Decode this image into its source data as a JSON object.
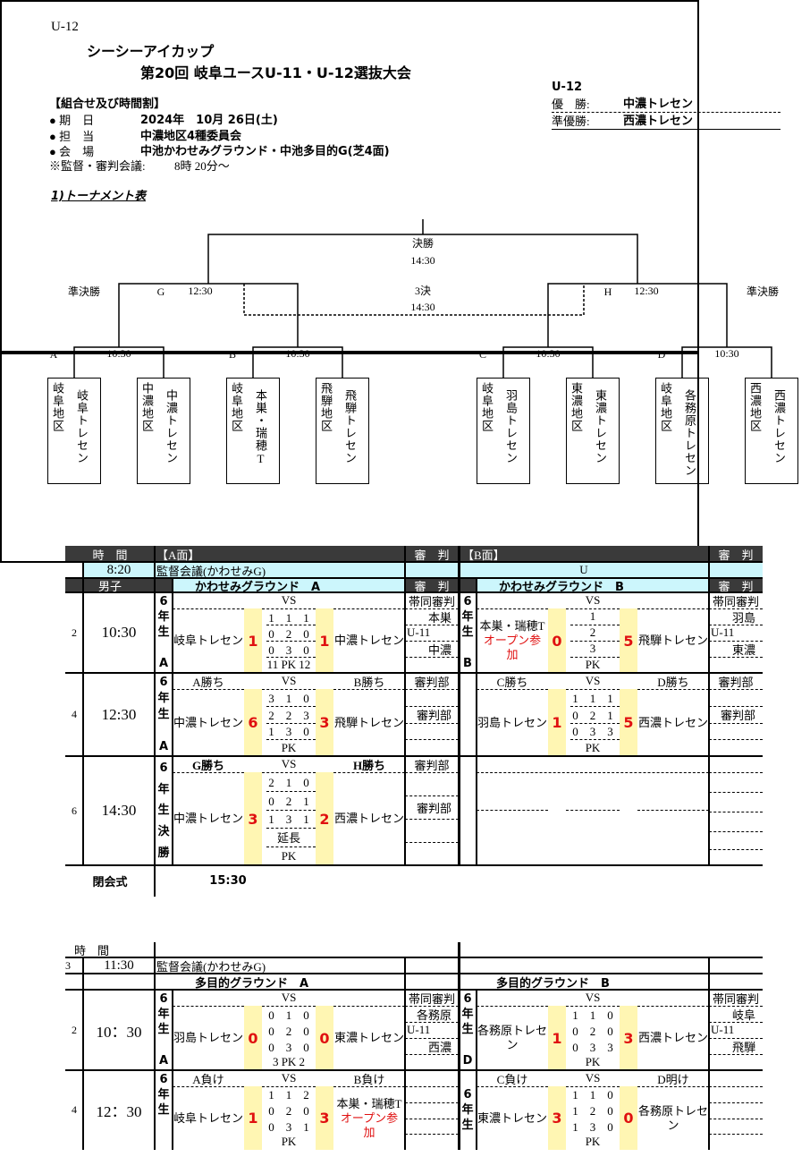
{
  "header": {
    "category": "U-12",
    "sponsor_title": "シーシーアイカップ",
    "title": "第20回 岐阜ユースU-11・U-12選抜大会",
    "section": "【組合せ及び時間割】",
    "info": [
      {
        "label": "期　日",
        "value": "2024年　10月 26日(土)"
      },
      {
        "label": "担　当",
        "value": "中濃地区4種委員会"
      },
      {
        "label": "会　場",
        "value": "中池かわせみグラウンド・中池多目的G(芝4面)"
      }
    ],
    "meeting_note": "※監督・審判会議:",
    "meeting_time": "8時 20分～",
    "tournament_heading": "1)トーナメント表"
  },
  "results": {
    "category": "U-12",
    "winner_label": "優　勝:",
    "winner": "中濃トレセン",
    "runner_up_label": "準優勝:",
    "runner_up": "西濃トレセン"
  },
  "bracket": {
    "final": "決勝",
    "final_time": "14:30",
    "semi_left": "準決勝",
    "semi_right": "準決勝",
    "g": "G",
    "h": "H",
    "semi_time_left": "12:30",
    "semi_time_right": "12:30",
    "third": "3決",
    "third_time": "14:30",
    "groups": [
      {
        "label": "A",
        "time": "10:30"
      },
      {
        "label": "B",
        "time": "10:30"
      },
      {
        "label": "C",
        "time": "10:30"
      },
      {
        "label": "D",
        "time": "10:30"
      }
    ],
    "teams": [
      {
        "district": "岐阜地区",
        "team": "岐阜トレセン"
      },
      {
        "district": "中濃地区",
        "team": "中濃トレセン"
      },
      {
        "district": "岐阜地区",
        "team": "本巣・瑞穂T"
      },
      {
        "district": "飛騨地区",
        "team": "飛騨トレセン"
      },
      {
        "district": "岐阜地区",
        "team": "羽島トレセン"
      },
      {
        "district": "東濃地区",
        "team": "東濃トレセン"
      },
      {
        "district": "岐阜地区",
        "team": "各務原トレセン"
      },
      {
        "district": "西濃地区",
        "team": "西濃トレセン"
      }
    ]
  },
  "schedule1": {
    "header": {
      "time": "時　間",
      "a": "【A面】",
      "ref": "審　判",
      "b": "【B面】",
      "ref_b": "審　判"
    },
    "meeting": {
      "time": "8:20",
      "text": "監督会議(かわせみG)",
      "b": "U"
    },
    "sub": {
      "label": "男子",
      "ground_a": "かわせみグラウンド　A",
      "ref": "審　判",
      "ground_b": "かわせみグラウンド　B",
      "ref_b": "審　判"
    },
    "rows": [
      {
        "num": "2",
        "time": "10:30",
        "a": {
          "grade": [
            "6",
            "年",
            "生",
            "",
            "A"
          ],
          "left_label": "",
          "right_label": "",
          "vs": "VS",
          "left_team": "岐阜トレセン",
          "left_note": "",
          "left_score": "1",
          "right_team": "中濃トレセン",
          "right_score": "1",
          "lines": [
            "1　1　1",
            "0　2　0",
            "0　3　0",
            "11 PK 12"
          ],
          "refs": [
            "帯同審判",
            "本巣",
            "U-11",
            "中濃",
            ""
          ]
        },
        "b": {
          "grade": [
            "6",
            "年",
            "生",
            "",
            "B"
          ],
          "left_label": "",
          "right_label": "",
          "vs": "VS",
          "left_team": "本巣・瑞穂T",
          "left_note": "オープン参加",
          "left_score": "0",
          "right_team": "飛騨トレセン",
          "right_score": "5",
          "lines": [
            "1",
            "2",
            "3",
            "PK"
          ],
          "refs": [
            "帯同審判",
            "羽島",
            "U-11",
            "東濃",
            ""
          ]
        }
      },
      {
        "num": "4",
        "time": "12:30",
        "a": {
          "grade": [
            "6",
            "年",
            "生",
            "",
            "A"
          ],
          "left_label": "A勝ち",
          "right_label": "B勝ち",
          "vs": "VS",
          "left_team": "中濃トレセン",
          "left_note": "",
          "left_score": "6",
          "right_team": "飛騨トレセン",
          "right_score": "3",
          "lines": [
            "3　1　0",
            "2　2　3",
            "1　3　0",
            "PK"
          ],
          "refs": [
            "審判部",
            "",
            "審判部",
            "",
            ""
          ]
        },
        "b": {
          "grade": [],
          "left_label": "C勝ち",
          "right_label": "D勝ち",
          "vs": "VS",
          "left_team": "羽島トレセン",
          "left_note": "",
          "left_score": "1",
          "right_team": "西濃トレセン",
          "right_score": "5",
          "lines": [
            "1　1　1",
            "0　2　1",
            "0　3　3",
            "PK"
          ],
          "refs": [
            "審判部",
            "",
            "審判部",
            "",
            ""
          ]
        }
      },
      {
        "num": "6",
        "time": "14:30",
        "a": {
          "grade": [
            "6",
            "年",
            "生",
            "決",
            "勝"
          ],
          "left_label": "G勝ち",
          "right_label": "H勝ち",
          "bold_labels": true,
          "vs": "VS",
          "left_team": "中濃トレセン",
          "left_note": "",
          "left_score": "3",
          "right_team": "西濃トレセン",
          "right_score": "2",
          "lines": [
            "2　1　0",
            "0　2　1",
            "1　3　1",
            "延長",
            "PK"
          ],
          "refs": [
            "審判部",
            "",
            "審判部",
            "",
            ""
          ]
        },
        "b": null
      }
    ],
    "closing": {
      "label": "閉会式",
      "time": "15:30"
    }
  },
  "schedule2": {
    "header": {
      "time": "時　間"
    },
    "meeting": {
      "num": "3",
      "time": "11:30",
      "text": "監督会議(かわせみG)"
    },
    "sub": {
      "ground_a": "多目的グラウンド　A",
      "ground_b": "多目的グラウンド　B"
    },
    "rows": [
      {
        "num": "2",
        "time": "10：30",
        "a": {
          "grade": [
            "6",
            "年",
            "生",
            "",
            "A"
          ],
          "left_label": "",
          "right_label": "",
          "vs": "VS",
          "left_team": "羽島トレセン",
          "left_note": "",
          "left_score": "0",
          "right_team": "東濃トレセン",
          "right_score": "0",
          "lines": [
            "0　1　0",
            "0　2　0",
            "0　3　0",
            "3 PK 2"
          ],
          "refs": [
            "帯同審判",
            "各務原",
            "U-11",
            "西濃",
            ""
          ],
          "nolines": true
        },
        "b": {
          "grade": [
            "6",
            "年",
            "生",
            "",
            "D"
          ],
          "left_label": "",
          "right_label": "",
          "vs": "VS",
          "left_team": "各務原トレセン",
          "left_note": "",
          "left_score": "1",
          "right_team": "西濃トレセン",
          "right_score": "3",
          "lines": [
            "1　1　0",
            "0　2　0",
            "0　3　3",
            "PK"
          ],
          "refs": [
            "帯同審判",
            "岐阜",
            "U-11",
            "飛騨",
            ""
          ],
          "nolines": true
        }
      },
      {
        "num": "4",
        "time": "12：30",
        "a": {
          "grade": [
            "6",
            "年",
            "生",
            "",
            ""
          ],
          "left_label": "A負け",
          "right_label": "B負け",
          "vs": "VS",
          "left_team": "岐阜トレセン",
          "left_note": "",
          "left_score": "1",
          "right_team": "本巣・瑞穂T",
          "right_note": "オープン参加",
          "right_score": "3",
          "lines": [
            "1　1　2",
            "0　2　0",
            "0　3　1",
            "PK"
          ],
          "refs": [
            "",
            "",
            "",
            "",
            ""
          ],
          "nolines": true
        },
        "b": {
          "grade": [
            "",
            "6",
            "年",
            "生",
            ""
          ],
          "left_label": "C負け",
          "right_label": "D明け",
          "vs": "VS",
          "left_team": "東濃トレセン",
          "left_note": "",
          "left_score": "3",
          "right_team": "各務原トレセン",
          "right_score": "0",
          "lines": [
            "1　1　0",
            "1　2　0",
            "1　3　0",
            "PK"
          ],
          "refs": [
            "",
            "",
            "",
            "",
            ""
          ],
          "nolines": true
        }
      }
    ]
  },
  "colors": {
    "header_dark": "#3a3a3a",
    "header_cyan": "#ccf6fc",
    "score_bg": "#fff6b3",
    "score_red": "#e01010"
  }
}
